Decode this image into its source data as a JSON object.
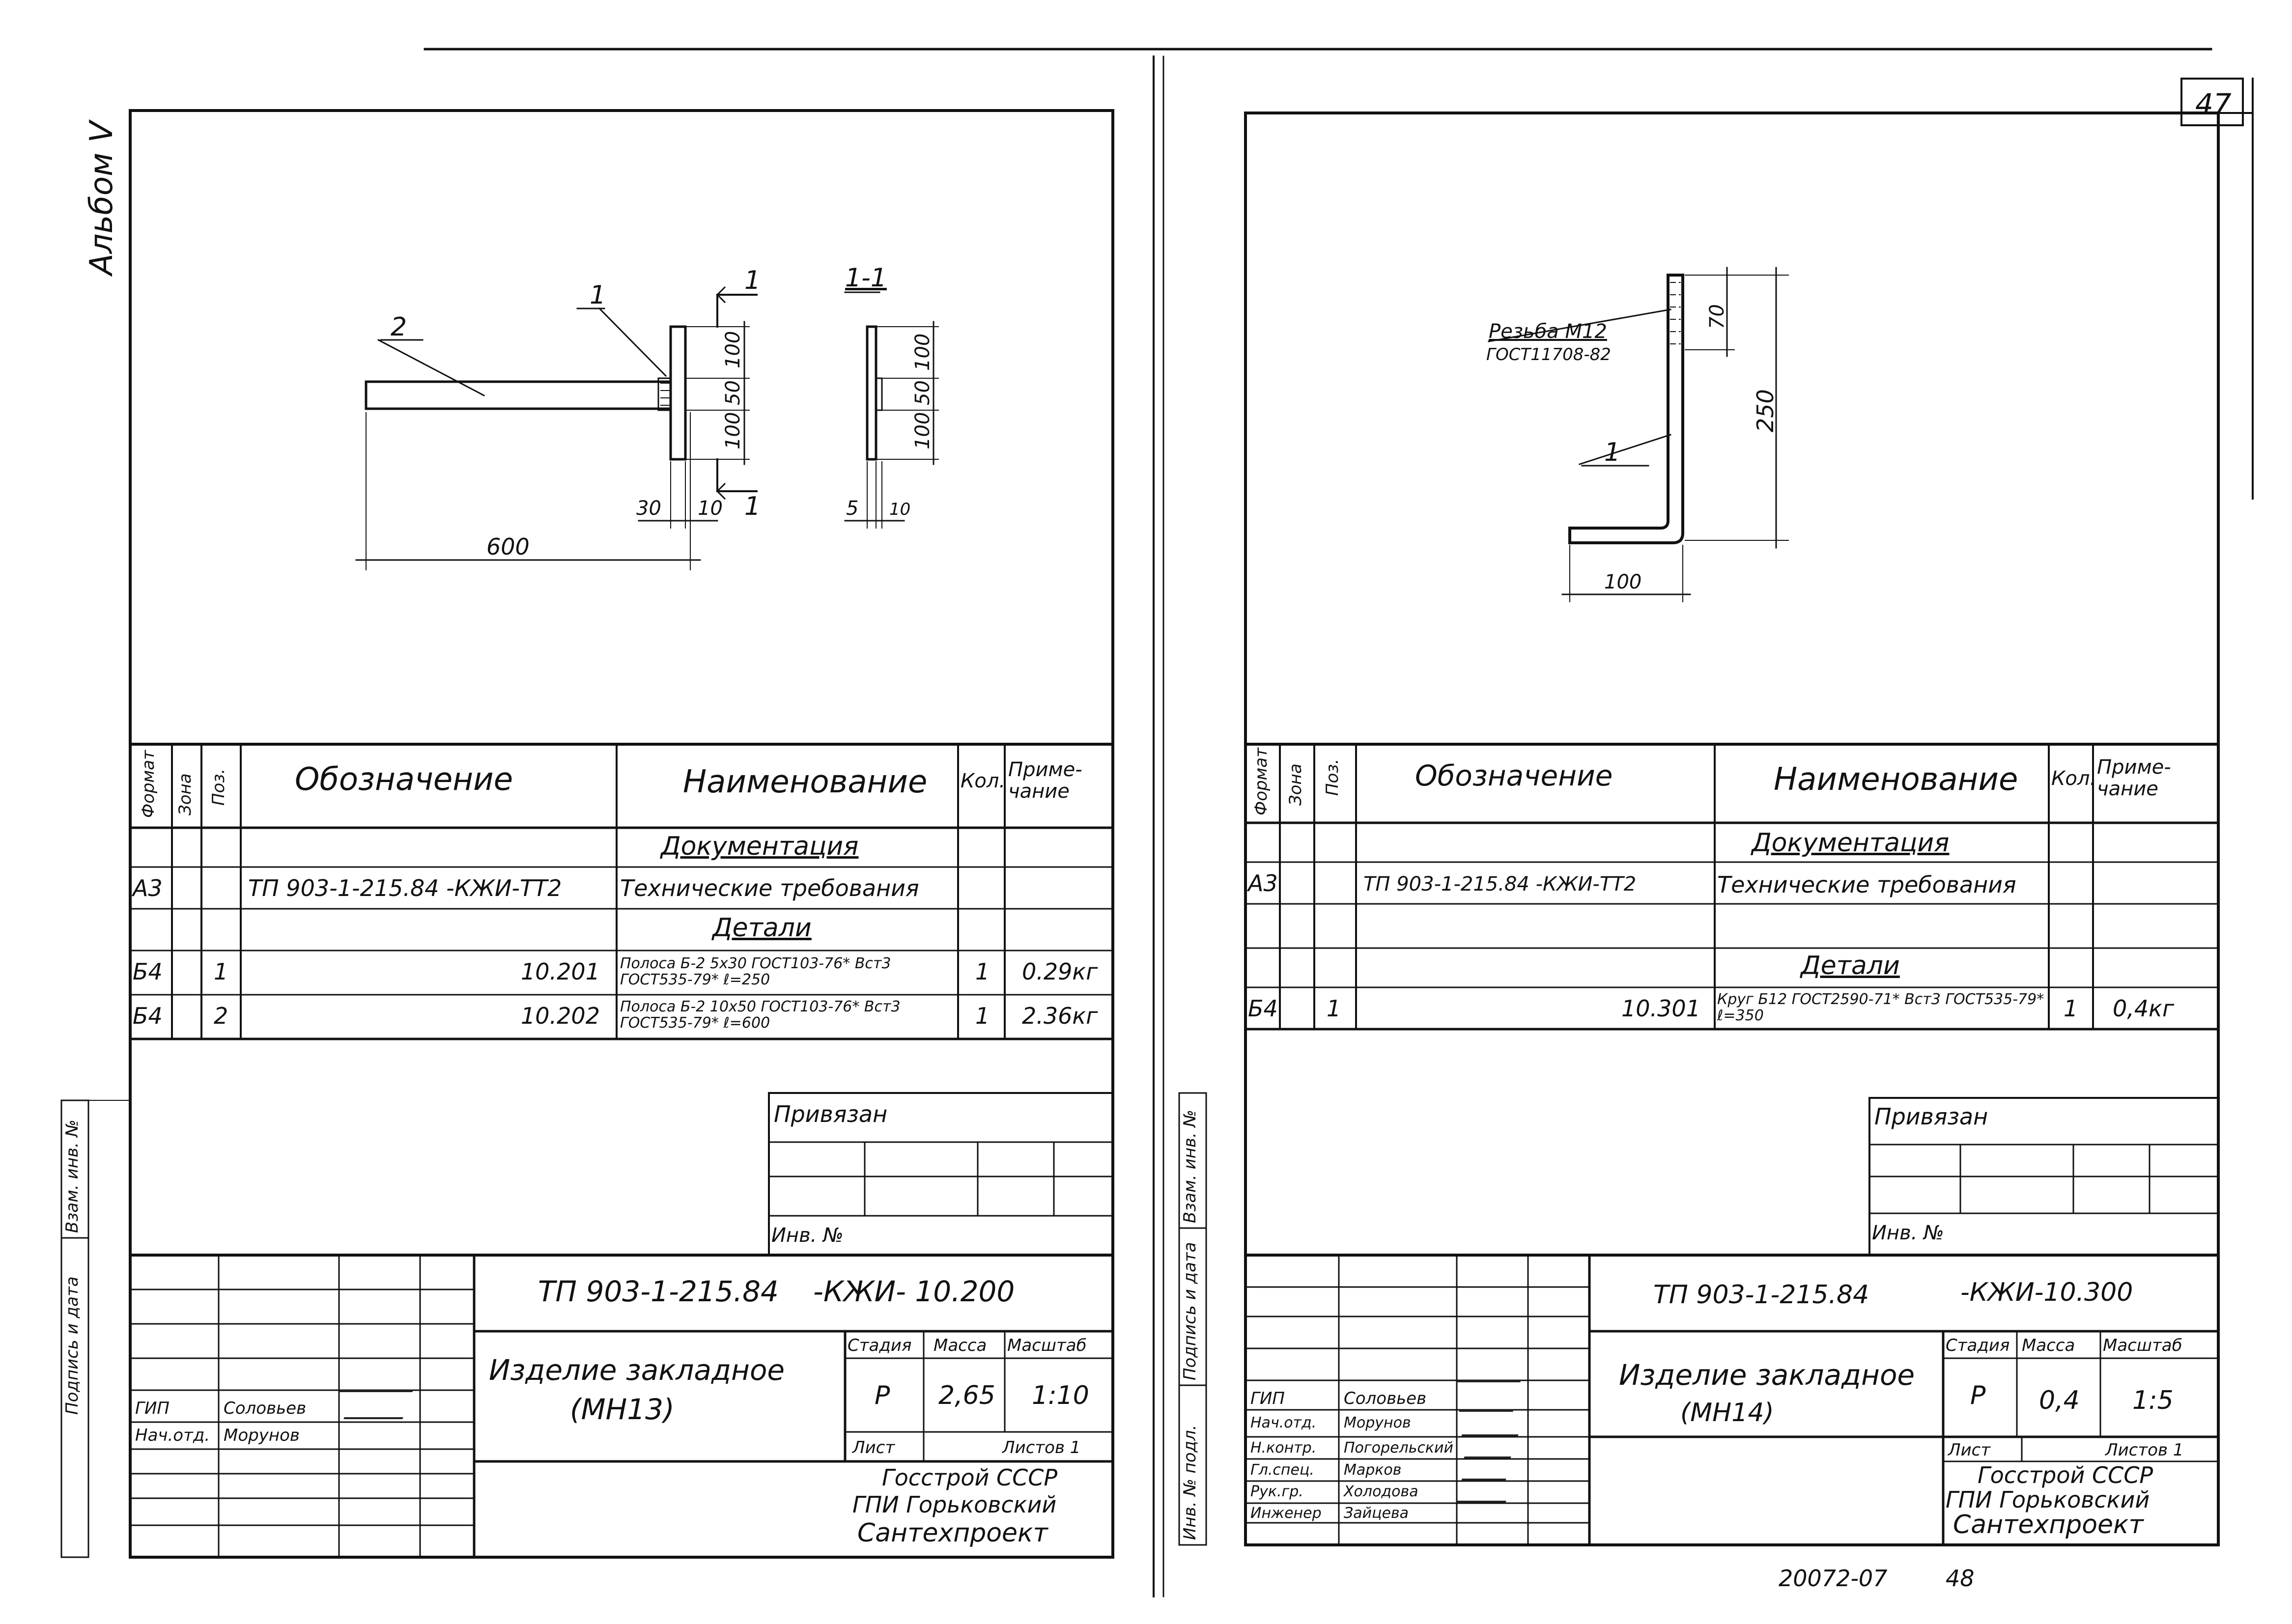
{
  "album_label": "Альбом V",
  "page_number": "47",
  "bottom_code": "20072-07",
  "bottom_number": "48",
  "left_side_stamps": [
    "Взам. инв. №",
    "Подпись и дата"
  ],
  "right_side_stamps": [
    "Взам. инв. №",
    "Подпись и дата",
    "Инв. № подл."
  ],
  "spec_headers": {
    "format": "Формат",
    "zone": "Зона",
    "pos": "Поз.",
    "designation": "Обозначение",
    "name": "Наименование",
    "qty": "Кол.",
    "note_left": "Приме-чание",
    "note_right": "Приме-чание"
  },
  "left_sheet": {
    "drawing": {
      "labels": {
        "part2": "2",
        "part1": "1",
        "section_mark": "1",
        "section_mark2": "1",
        "section": "1-1"
      },
      "dims": {
        "length": "600",
        "top": "100",
        "mid": "50",
        "bottom": "100",
        "thick1": "30",
        "thick2": "10",
        "s_top": "100",
        "s_mid": "50",
        "s_bot": "100",
        "s_t1": "5",
        "s_t2": "10"
      }
    },
    "rows": [
      {
        "format": "",
        "zone": "",
        "pos": "",
        "designation": "",
        "name": "Документация",
        "qty": "",
        "note": ""
      },
      {
        "format": "А3",
        "zone": "",
        "pos": "",
        "designation": "ТП 903-1-215.84 -КЖИ-ТТ2",
        "name": "Технические требования",
        "qty": "",
        "note": ""
      },
      {
        "format": "",
        "zone": "",
        "pos": "",
        "designation": "",
        "name": "Детали",
        "qty": "",
        "note": ""
      },
      {
        "format": "Б4",
        "zone": "",
        "pos": "1",
        "designation": "10.201",
        "name": "Полоса Б-2 5х30 ГОСТ103-76* Вст3 ГОСТ535-79* ℓ=250",
        "qty": "1",
        "note": "0.29кг"
      },
      {
        "format": "Б4",
        "zone": "",
        "pos": "2",
        "designation": "10.202",
        "name": "Полоса Б-2 10х50 ГОСТ103-76* Вст3 ГОСТ535-79* ℓ=600",
        "qty": "1",
        "note": "2.36кг"
      }
    ],
    "privyazan": "Привязан",
    "inv": "Инв. №",
    "title": {
      "doc_code": "ТП 903-1-215.84",
      "doc_suffix": "-КЖИ- 10.200",
      "item_name": "Изделие закладное",
      "item_mark": "(МН13)",
      "stage_h": "Стадия",
      "mass_h": "Масса",
      "scale_h": "Масштаб",
      "stage": "Р",
      "mass": "2,65",
      "scale": "1:10",
      "sheet_h": "Лист",
      "sheets_h": "Листов 1",
      "org1": "Госстрой СССР",
      "org2": "ГПИ Горьковский",
      "org3": "Сантехпроект",
      "people": [
        {
          "role": "ГИП",
          "name": "Соловьев"
        },
        {
          "role": "Нач.отд.",
          "name": "Морунов"
        },
        {
          "role": "",
          "name": ""
        },
        {
          "role": "",
          "name": ""
        },
        {
          "role": "",
          "name": ""
        },
        {
          "role": "",
          "name": ""
        }
      ]
    }
  },
  "right_sheet": {
    "drawing": {
      "labels": {
        "thread": "Резьба М12",
        "thread_std": "ГОСТ11708-82",
        "part1": "1"
      },
      "dims": {
        "top": "70",
        "height": "250",
        "base": "100"
      }
    },
    "rows": [
      {
        "format": "",
        "zone": "",
        "pos": "",
        "designation": "",
        "name": "Документация",
        "qty": "",
        "note": ""
      },
      {
        "format": "А3",
        "zone": "",
        "pos": "",
        "designation": "ТП 903-1-215.84 -КЖИ-ТТ2",
        "name": "Технические требования",
        "qty": "",
        "note": ""
      },
      {
        "format": "",
        "zone": "",
        "pos": "",
        "designation": "",
        "name": "",
        "qty": "",
        "note": ""
      },
      {
        "format": "",
        "zone": "",
        "pos": "",
        "designation": "",
        "name": "Детали",
        "qty": "",
        "note": ""
      },
      {
        "format": "Б4",
        "zone": "",
        "pos": "1",
        "designation": "10.301",
        "name": "Круг Б12 ГОСТ2590-71* Вст3 ГОСТ535-79* ℓ=350",
        "qty": "1",
        "note": "0,4кг"
      }
    ],
    "privyazan": "Привязан",
    "inv": "Инв. №",
    "title": {
      "doc_code": "ТП 903-1-215.84",
      "doc_suffix": "-КЖИ-10.300",
      "item_name": "Изделие закладное",
      "item_mark": "(МН14)",
      "stage_h": "Стадия",
      "mass_h": "Масса",
      "scale_h": "Масштаб",
      "stage": "Р",
      "mass": "0,4",
      "scale": "1:5",
      "sheet_h": "Лист",
      "sheets_h": "Листов 1",
      "org1": "Госстрой СССР",
      "org2": "ГПИ Горьковский",
      "org3": "Сантехпроект",
      "people": [
        {
          "role": "ГИП",
          "name": "Соловьев"
        },
        {
          "role": "Нач.отд.",
          "name": "Морунов"
        },
        {
          "role": "Н.контр.",
          "name": "Погорельский"
        },
        {
          "role": "Гл.спец.",
          "name": "Марков"
        },
        {
          "role": "Рук.гр.",
          "name": "Холодова"
        },
        {
          "role": "Инженер",
          "name": "Зайцева"
        }
      ]
    }
  }
}
